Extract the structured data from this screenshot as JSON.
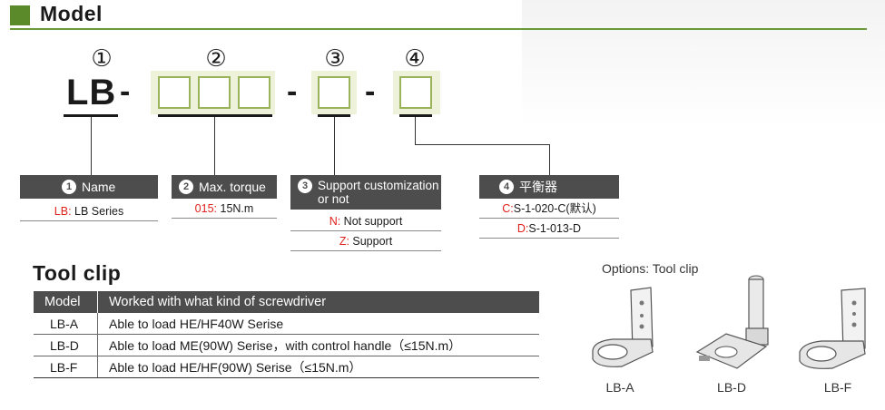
{
  "header": {
    "title": "Model"
  },
  "code": {
    "prefix": "LB",
    "dash": "-",
    "circles": [
      "①",
      "②",
      "③",
      "④"
    ]
  },
  "labels": [
    {
      "num": "1",
      "title": "Name",
      "rows": [
        {
          "code": "LB:",
          "text": " LB Series"
        }
      ]
    },
    {
      "num": "2",
      "title": "Max. torque",
      "rows": [
        {
          "code": "015:",
          "text": " 15N.m"
        }
      ]
    },
    {
      "num": "3",
      "title_line1": "Support customization",
      "title_line2": "or not",
      "rows": [
        {
          "code": "N:",
          "text": " Not support"
        },
        {
          "code": "Z:",
          "text": " Support"
        }
      ]
    },
    {
      "num": "4",
      "title": "平衡器",
      "rows": [
        {
          "code": "C:",
          "text": "S-1-020-C(默认)"
        },
        {
          "code": "D:",
          "text": "S-1-013-D"
        }
      ]
    }
  ],
  "tool_clip": {
    "title": "Tool clip",
    "columns": [
      "Model",
      "Worked with what kind of screwdriver"
    ],
    "rows": [
      [
        "LB-A",
        "Able to load  HE/HF40W Serise"
      ],
      [
        "LB-D",
        "Able to load  ME(90W) Serise，with control handle（≤15N.m）"
      ],
      [
        "LB-F",
        "Able to load  HE/HF(90W) Serise（≤15N.m）"
      ]
    ]
  },
  "options": {
    "title": "Options: Tool clip",
    "captions": [
      "LB-A",
      "LB-D",
      "LB-F"
    ]
  },
  "colors": {
    "accent_green": "#5a8a2a",
    "label_dark": "#4d4d4d",
    "code_red": "#e0201a"
  }
}
